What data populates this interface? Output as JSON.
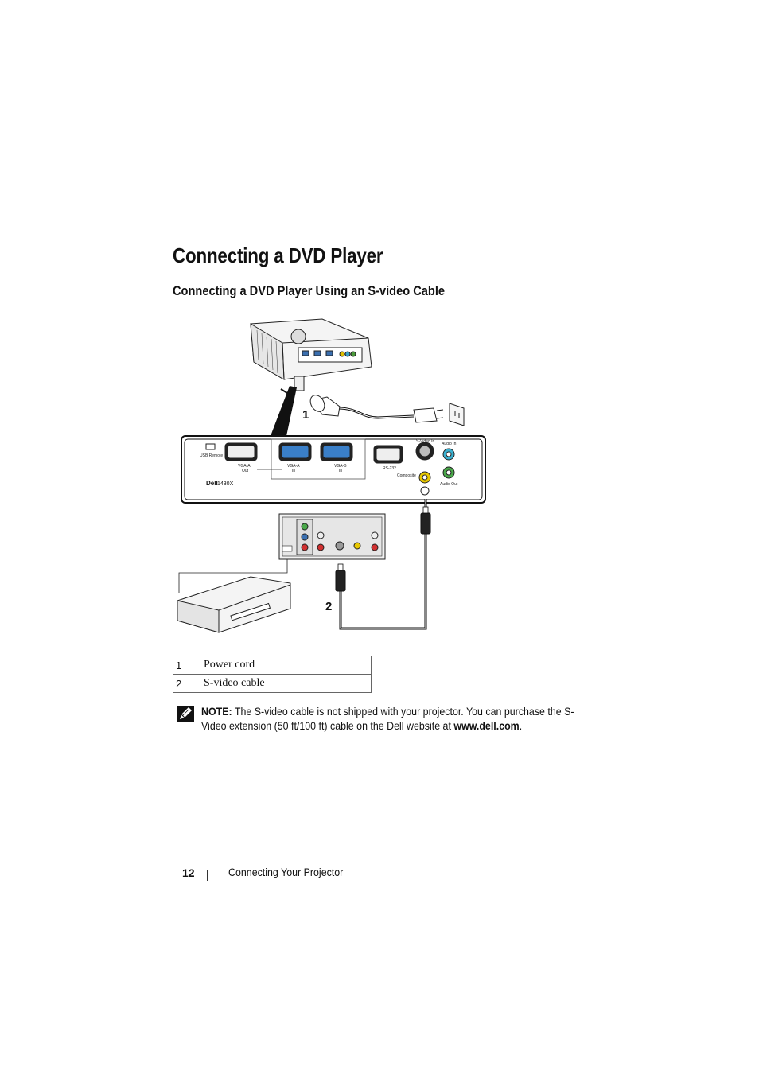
{
  "heading": "Connecting a DVD Player",
  "subheading": "Connecting a DVD Player Using an S-video Cable",
  "figure": {
    "callout_1": "1",
    "callout_2": "2",
    "panel_labels": {
      "usb_remote": "USB Remote",
      "vga_a_out": "VGA-A",
      "out": "Out",
      "vga_a_in": "VGA-A",
      "in_a": "In",
      "vga_b_in": "VGA-B",
      "in_b": "In",
      "rs232": "RS-232",
      "s_video_in": "S-Video  In",
      "audio_in": "Audio In",
      "composite": "Composite",
      "audio_out": "Audio Out",
      "brand": "Dell",
      "model": "1430X"
    }
  },
  "callouts": [
    {
      "number": "1",
      "label": "Power cord"
    },
    {
      "number": "2",
      "label": "S-video cable"
    }
  ],
  "note": {
    "label": "NOTE:",
    "text_before_link": " The S-video cable is not shipped with your projector. You can purchase the S-Video extension (50 ft/100 ft) cable on the Dell website at ",
    "link": "www.dell.com",
    "text_after_link": "."
  },
  "footer": {
    "page_number": "12",
    "section": "Connecting Your Projector"
  }
}
